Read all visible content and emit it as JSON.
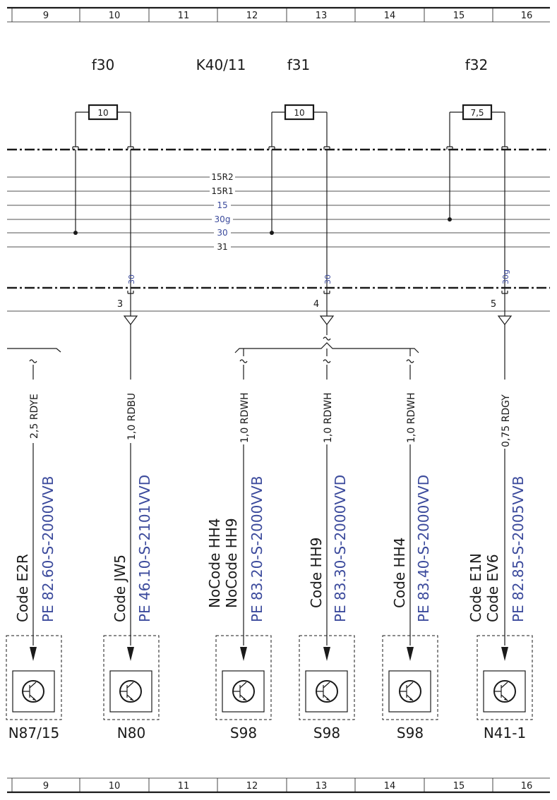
{
  "grid": {
    "columns": [
      "9",
      "10",
      "11",
      "12",
      "13",
      "14",
      "15",
      "16"
    ]
  },
  "header": {
    "f30": "f30",
    "k40": "K40/11",
    "f31": "f31",
    "f32": "f32"
  },
  "fuses": [
    {
      "id": "f30",
      "value": "10"
    },
    {
      "id": "f31",
      "value": "10"
    },
    {
      "id": "f32",
      "value": "7,5"
    }
  ],
  "rails": [
    "15R2",
    "15R1",
    "15",
    "30g",
    "30",
    "31"
  ],
  "outputs": [
    {
      "pin": "3",
      "signal": "30"
    },
    {
      "pin": "4",
      "signal": "30"
    },
    {
      "pin": "5",
      "signal": "30g"
    }
  ],
  "branches": [
    {
      "wire": "2,5 RDYE",
      "code": [
        "Code E2R"
      ],
      "pe": "PE 82.60-S-2000VVB",
      "component": "N87/15"
    },
    {
      "wire": "1,0 RDBU",
      "code": [
        "Code JW5"
      ],
      "pe": "PE 46.10-S-2101VVD",
      "component": "N80"
    },
    {
      "wire": "1,0 RDWH",
      "code": [
        "NoCode HH4",
        "NoCode HH9"
      ],
      "pe": "PE 83.20-S-2000VVB",
      "component": "S98"
    },
    {
      "wire": "1,0 RDWH",
      "code": [
        "Code HH9"
      ],
      "pe": "PE 83.30-S-2000VVD",
      "component": "S98"
    },
    {
      "wire": "1,0 RDWH",
      "code": [
        "Code HH4"
      ],
      "pe": "PE 83.40-S-2000VVD",
      "component": "S98"
    },
    {
      "wire": "0,75 RDGY",
      "code": [
        "Code E1N",
        "Code EV6"
      ],
      "pe": "PE 82.85-S-2005VVB",
      "component": "N41-1"
    }
  ]
}
